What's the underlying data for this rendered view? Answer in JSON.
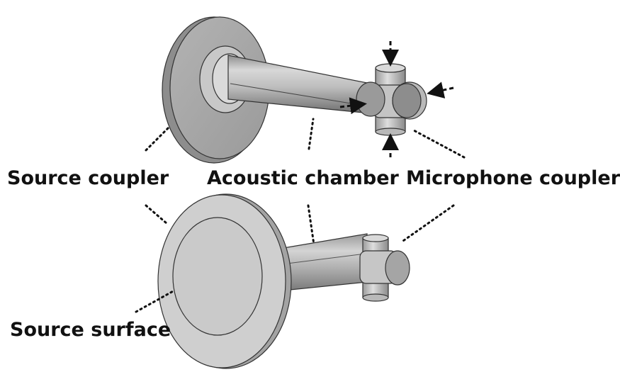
{
  "labels": {
    "source_coupler": "Source coupler",
    "acoustic_chamber": "Acoustic chamber",
    "microphone_coupler": "Microphone coupler",
    "source_surface": "Source surface"
  },
  "colors": {
    "part_fill": "#c9c9c9",
    "part_light": "#dcdcdc",
    "part_dark": "#8c8c8c",
    "edge": "#333333",
    "leader_line": "#111111"
  }
}
